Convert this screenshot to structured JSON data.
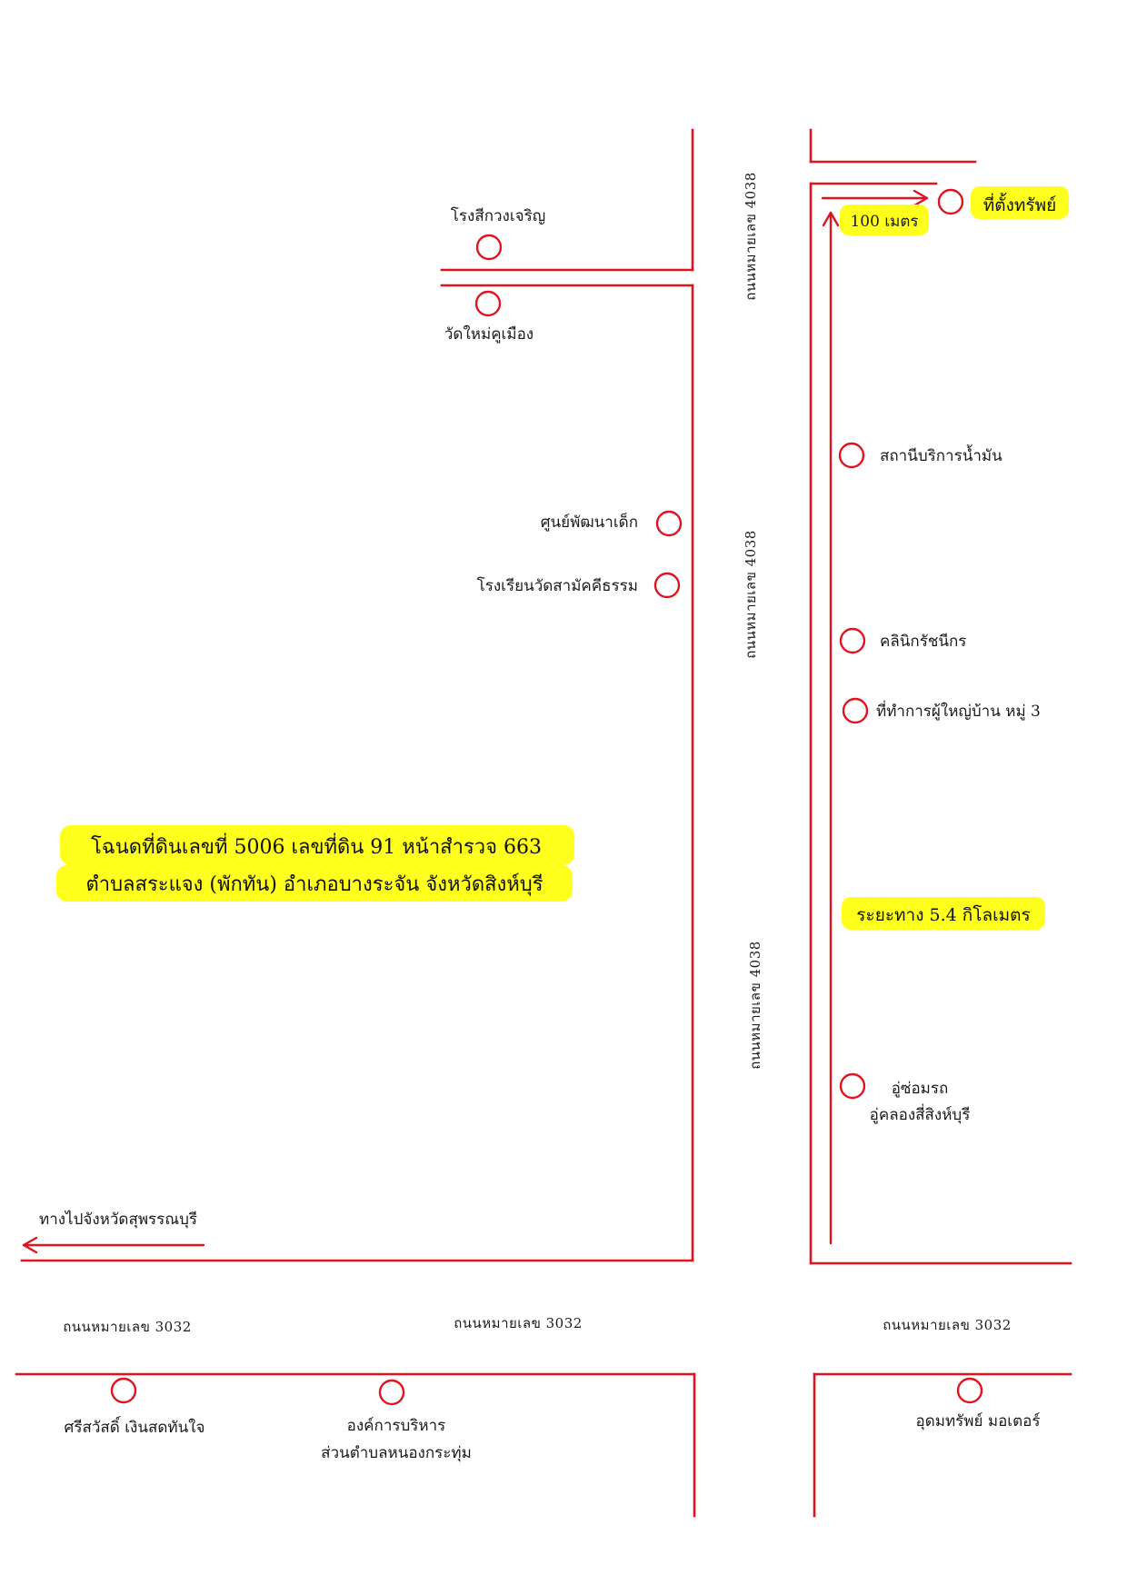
{
  "colors": {
    "road": "#e0141e",
    "highlight": "#ffff1e",
    "text": "#1a1a1a"
  },
  "title": {
    "line1": "โฉนดที่ดินเลขที่  5006  เลขที่ดิน  91  หน้าสำรวจ  663",
    "line2": "ตำบลสระแจง (พักทัน) อำเภอบางระจัน จังหวัดสิงห์บุรี"
  },
  "roads": {
    "r4038_top": "ถนนหมายเลข  4038",
    "r4038_mid": "ถนนหมายเลข  4038",
    "r4038_bottom": "ถนนหมายเลข  4038",
    "r3032_left": "ถนนหมายเลข  3032",
    "r3032_center": "ถนนหมายเลข  3032",
    "r3032_right": "ถนนหมายเลข  3032"
  },
  "labels": {
    "property": "ที่ตั้งทรัพย์",
    "distance_100m": "100 เมตร",
    "distance_54km": "ระยะทาง  5.4  กิโลเมตร",
    "to_suphanburi": "ทางไปจังหวัดสุพรรณบุรี"
  },
  "landmarks": {
    "rong_si_kuang": "โรงสีกวงเจริญ",
    "wat_mai_khu_mueang": "วัดใหม่คูเมือง",
    "child_center": "ศูนย์พัฒนาเด็ก",
    "school": "โรงเรียนวัดสามัคคีธรรม",
    "gas_station": "สถานีบริการน้ำมัน",
    "clinic": "คลินิกรัชนีกร",
    "village_office": "ที่ทำการผู้ใหญ่บ้าน หมู่ 3",
    "garage_line1": "อู่ซ่อมรถ",
    "garage_line2": "อู่คลองสี่สิงห์บุรี",
    "srisawat": "ศรีสวัสดิ์ เงินสดทันใจ",
    "sao_line1": "องค์การบริหาร",
    "sao_line2": "ส่วนตำบลหนองกระทุ่ม",
    "udom_motor": "อุดมทรัพย์ มอเตอร์"
  }
}
